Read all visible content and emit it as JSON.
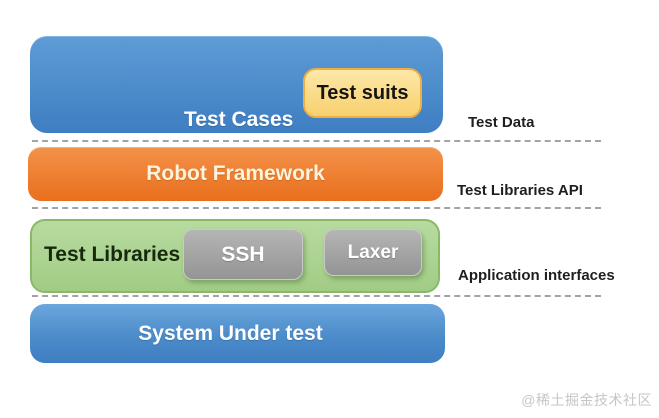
{
  "boxes": {
    "test_cases": {
      "label": "Test Cases"
    },
    "test_suits": {
      "label": "Test suits"
    },
    "robot_framework": {
      "label": "Robot Framework"
    },
    "test_libraries": {
      "label": "Test Libraries"
    },
    "ssh": {
      "label": "SSH"
    },
    "laxer": {
      "label": "Laxer"
    },
    "system_under_test": {
      "label": "System Under test"
    }
  },
  "annotations": {
    "test_data": "Test Data",
    "test_libraries_api": "Test Libraries API",
    "application_interfaces": "Application interfaces"
  },
  "watermark": "@稀土掘金技术社区",
  "colors": {
    "blue_top": "#5e9cd6",
    "blue_mid": "#4c8cca",
    "blue_bottom": "#3e7ec2",
    "blue2_top": "#6ba6dd",
    "orange_top": "#f3924a",
    "orange_bottom": "#e96f1d",
    "green_top": "#b7dba0",
    "green_bottom": "#a2cc85",
    "green_border": "#89b869",
    "yellow_top": "#fde8a8",
    "yellow_bottom": "#f8d06e",
    "yellow_border": "#efae44",
    "gray_top": "#b5b5b5",
    "gray_bottom": "#949494",
    "dash": "#a3a3a3",
    "label_text": "#1f1f1f",
    "watermark_text": "#c6c6c6"
  }
}
